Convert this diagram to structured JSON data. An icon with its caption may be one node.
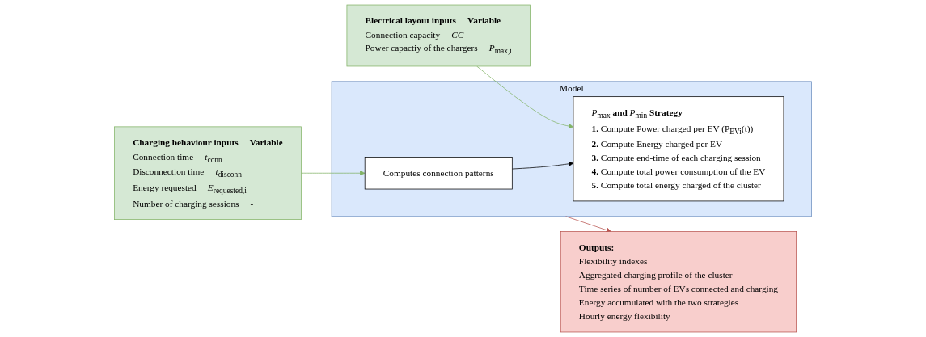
{
  "diagram": {
    "nodes": [
      {
        "text": [
          "Charging behaviour inputs",
          "Variable",
          "Connection time",
          "*t*$_{conn}$",
          "Disconnection time",
          "*t*$_{disconn}$",
          "Energy requested",
          "*E*$_{requested,i}$",
          "Number of charging sessions",
          "-"
        ]
      },
      {
        "text": [
          "Electrical layout inputs",
          "Variable",
          "Connection capacity",
          "*CC*",
          "Power capactiy of the chargers",
          "*P*$_{max,i}$"
        ]
      },
      {
        "text": [
          "Model"
        ]
      },
      {
        "text": [
          "Computes connection patterns"
        ],
        "in": 2
      },
      {
        "text": [
          "*P*$_{max}$ **and** *P*$_{min}$ **Strategy**",
          "**1.** Compute Power charged per EV (P$_{EVi}$(t))",
          "**2.** Compute Energy charged per EV",
          "**3.** Compute end-time of each charging session",
          "**4.** Compute total power consumption of the EV",
          "**5.** Compute total energy charged of the cluster"
        ],
        "in": 2
      },
      {
        "text": [
          "Outputs:",
          "Flexibility indexes",
          "Aggregated charging profile of the cluster",
          "Time series of number of EVs connected and charging",
          "Energy accumulated with the two strategies",
          "Hourly energy flexibility"
        ]
      }
    ],
    "edges": [
      {
        "from": 0,
        "to": 3,
        "arrow": "to",
        "color": "#82b366"
      },
      {
        "from": 1,
        "to": 4,
        "arrow": "to",
        "color": "#82b366"
      },
      {
        "from": 3,
        "to": 4,
        "arrow": "to",
        "color": "#000000"
      },
      {
        "from": 2,
        "to": 5,
        "arrow": "to",
        "color": "#b85450"
      }
    ]
  }
}
